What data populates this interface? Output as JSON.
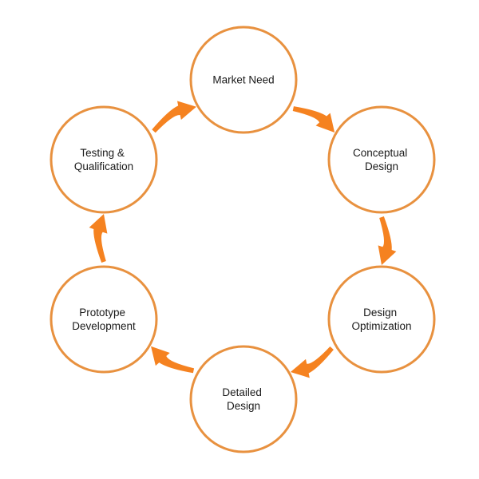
{
  "diagram": {
    "colors": {
      "node_stroke": "#E8913F",
      "node_fill": "#FFFFFF",
      "arrow_fill": "#F58220",
      "label_text": "#1A1A1A"
    },
    "nodes": [
      {
        "id": "market-need",
        "lines": [
          "Market Need"
        ]
      },
      {
        "id": "conceptual-design",
        "lines": [
          "Conceptual",
          "Design"
        ]
      },
      {
        "id": "design-optimization",
        "lines": [
          "Design",
          "Optimization"
        ]
      },
      {
        "id": "detailed-design",
        "lines": [
          "Detailed",
          "Design"
        ]
      },
      {
        "id": "prototype-development",
        "lines": [
          "Prototype",
          "Development"
        ]
      },
      {
        "id": "testing-qualification",
        "lines": [
          "Testing &",
          "Qualification"
        ]
      }
    ],
    "edges": [
      {
        "from": "market-need",
        "to": "conceptual-design"
      },
      {
        "from": "conceptual-design",
        "to": "design-optimization"
      },
      {
        "from": "design-optimization",
        "to": "detailed-design"
      },
      {
        "from": "detailed-design",
        "to": "prototype-development"
      },
      {
        "from": "prototype-development",
        "to": "testing-qualification"
      },
      {
        "from": "testing-qualification",
        "to": "market-need"
      }
    ]
  }
}
